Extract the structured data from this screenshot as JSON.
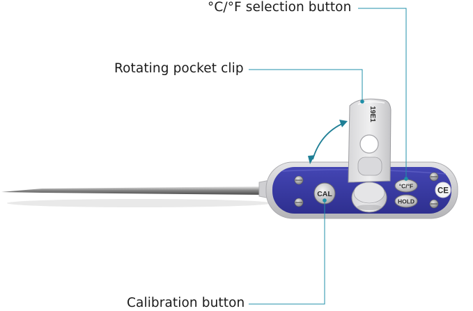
{
  "callouts": {
    "unit_button": "°C/°F selection button",
    "pocket_clip": "Rotating pocket clip",
    "calibration": "Calibration button"
  },
  "device": {
    "cal_label": "CAL",
    "unit_label": "°C/°F",
    "hold_label": "HOLD",
    "clip_code": "19E1",
    "mark": "CE"
  },
  "colors": {
    "body_blue": "#3a3ca6",
    "body_grey": "#c9c9cb",
    "callout_line": "#1f8fa8"
  }
}
